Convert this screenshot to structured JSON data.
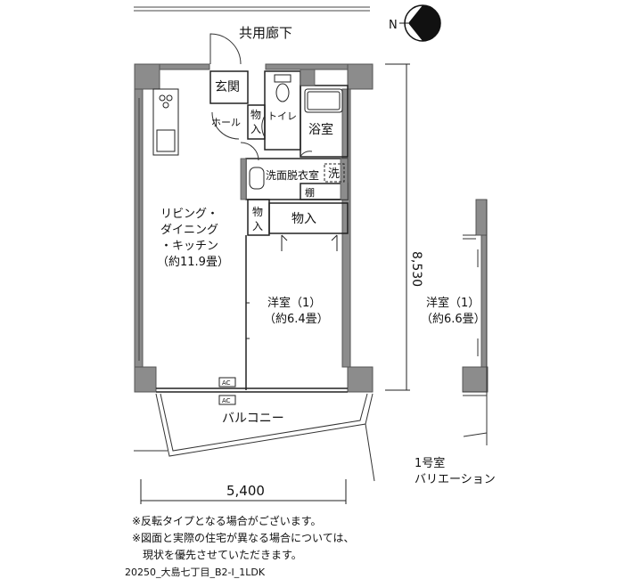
{
  "compass": {
    "north_label": "N"
  },
  "labels": {
    "corridor": "共用廊下",
    "entrance": "玄関",
    "hall": "ホール",
    "storage_hall_1": "物",
    "storage_hall_2": "入",
    "toilet": "トイレ",
    "bath": "浴室",
    "washroom": "洗面脱衣室",
    "washer": "洗",
    "shelf": "棚",
    "living_l1": "リビング・",
    "living_l2": "ダイニング",
    "living_l3": "・キッチン",
    "living_area": "（約11.9畳）",
    "closet_small_1": "物",
    "closet_small_2": "入",
    "closet": "物入",
    "western_room": "洋室（1）",
    "western_area": "（約6.4畳）",
    "ac_1": "AC",
    "ac_2": "AC",
    "balcony": "バルコニー",
    "variation_room": "洋室（1）",
    "variation_area": "（約6.6畳）",
    "variation_title_1": "1号室",
    "variation_title_2": "バリエーション"
  },
  "dimensions": {
    "width": "5,400",
    "depth": "8,530"
  },
  "notes": [
    "※反転タイプとなる場合がございます。",
    "※図面と実際の住宅が異なる場合については、",
    "　現状を優先させていただきます。"
  ],
  "plan_code": "20250_大島七丁目_B2-I_1LDK"
}
